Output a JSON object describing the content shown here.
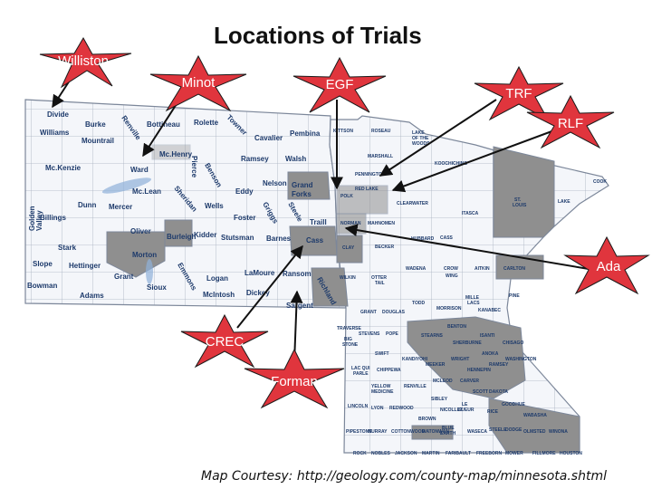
{
  "title": "Locations of Trials",
  "courtesy": "Map Courtesy: http://geology.com/county-map/minnesota.shtml",
  "colors": {
    "star": "#e0353d",
    "county_fill": "#f4f6fa",
    "county_border": "#9aa5b8",
    "highlight": "#8f8f8f",
    "text": "#1d3a6b"
  },
  "trial_sites": [
    {
      "label": "Williston",
      "icon": "red-star"
    },
    {
      "label": "Minot",
      "icon": "red-star"
    },
    {
      "label": "EGF",
      "icon": "red-star"
    },
    {
      "label": "TRF",
      "icon": "red-star"
    },
    {
      "label": "RLF",
      "icon": "red-star"
    },
    {
      "label": "Ada",
      "icon": "red-star"
    },
    {
      "label": "CREC",
      "icon": "red-star"
    },
    {
      "label": "Forman",
      "icon": "red-star"
    }
  ],
  "nd_counties": [
    "Divide",
    "Burke",
    "Renville",
    "Bottineau",
    "Rolette",
    "Towner",
    "Williams",
    "Mountrail",
    "Cavalier",
    "Pembina",
    "Mc.Henry",
    "Pierce",
    "Benson",
    "Ramsey",
    "Walsh",
    "Mc.Kenzie",
    "Ward",
    "Nelson",
    "Grand Forks",
    "Mc.Lean",
    "Sheridan",
    "Eddy",
    "Dunn",
    "Mercer",
    "Wells",
    "Foster",
    "Griggs",
    "Steele",
    "Traill",
    "Golden Valley",
    "Billings",
    "Oliver",
    "Burleigh",
    "Kidder",
    "Stutsman",
    "Barnes",
    "Cass",
    "Stark",
    "Morton",
    "Slope",
    "Hettinger",
    "Grant",
    "Emmons",
    "Logan",
    "LaMoure",
    "Ransom",
    "Richland",
    "Bowman",
    "Adams",
    "Sioux",
    "McIntosh",
    "Dickey",
    "Sargent"
  ],
  "mn_counties": [
    "KITTSON",
    "ROSEAU",
    "LAKE OF THE WOODS",
    "MARSHALL",
    "KOOCHICHING",
    "PENNINGTON",
    "RED LAKE",
    "POLK",
    "COOK",
    "LAKE",
    "ST. LOUIS",
    "ITASCA",
    "NORMAN",
    "MAHNOMEN",
    "CLEARWATER",
    "HUBBARD",
    "CASS",
    "CLAY",
    "BECKER",
    "WADENA",
    "AITKIN",
    "CARLTON",
    "CROW WING",
    "WILKIN",
    "OTTER TAIL",
    "TODD",
    "MORRISON",
    "MILLE LACS",
    "KANABEC",
    "PINE",
    "GRANT",
    "DOUGLAS",
    "BENTON",
    "TRAVERSE",
    "STEVENS",
    "POPE",
    "STEARNS",
    "SHERBURNE",
    "ISANTI",
    "CHISAGO",
    "BIG STONE",
    "SWIFT",
    "KANDIYOHI",
    "MEEKER",
    "WRIGHT",
    "ANOKA",
    "RAMSEY",
    "WASHINGTON",
    "LAC QUI PARLE",
    "CHIPPEWA",
    "HENNEPIN",
    "YELLOW MEDICINE",
    "RENVILLE",
    "MCLEOD",
    "CARVER",
    "SCOTT",
    "DAKOTA",
    "LINCOLN",
    "LYON",
    "REDWOOD",
    "SIBLEY",
    "LE SUEUR",
    "RICE",
    "GOODHUE",
    "WABASHA",
    "BROWN",
    "NICOLLET",
    "PIPESTONE",
    "MURRAY",
    "COTTONWOOD",
    "WATONWAN",
    "BLUE EARTH",
    "WASECA",
    "STEELE",
    "DODGE",
    "OLMSTED",
    "WINONA",
    "ROCK",
    "NOBLES",
    "JACKSON",
    "MARTIN",
    "FARIBAULT",
    "FREEBORN",
    "MOWER",
    "FILLMORE",
    "HOUSTON"
  ]
}
